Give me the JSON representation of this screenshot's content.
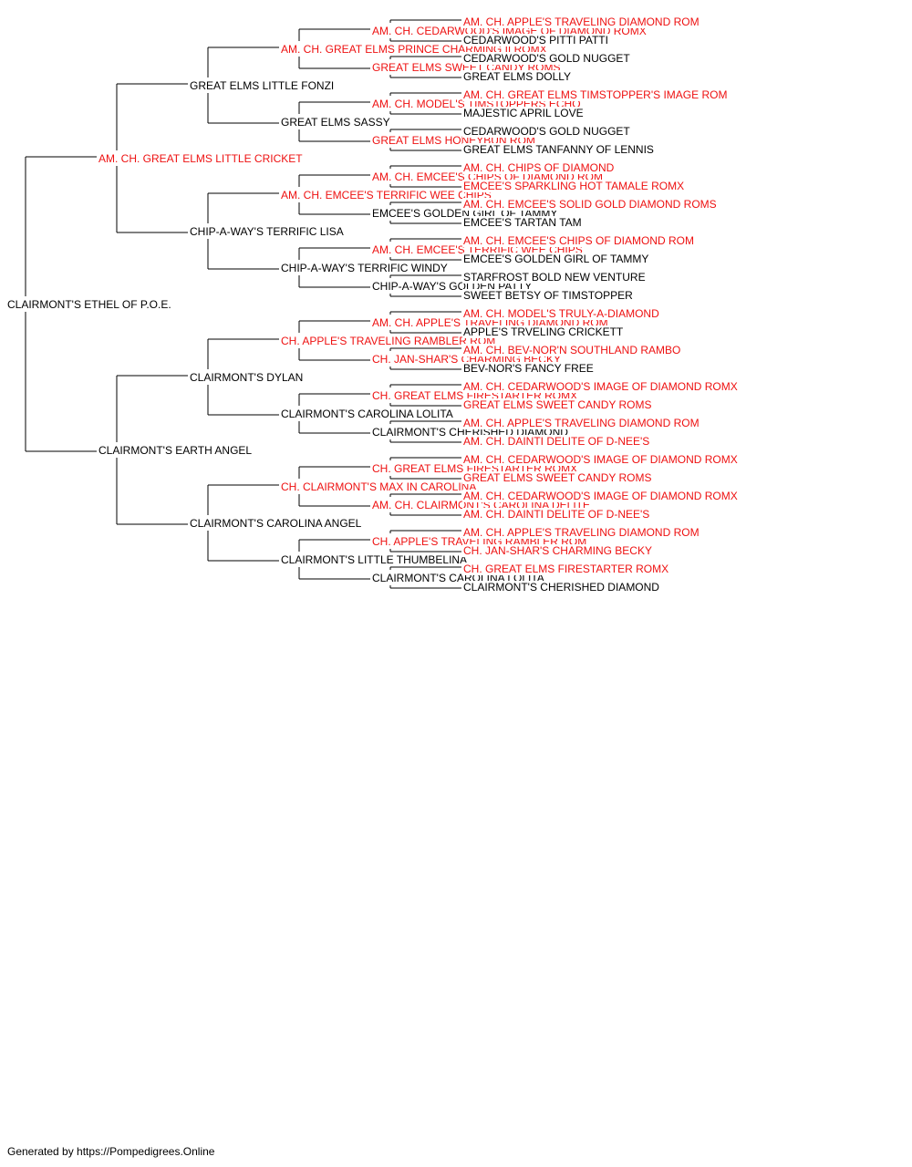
{
  "colors": {
    "champion": "#ee1111",
    "normal": "#000000",
    "line": "#000000"
  },
  "footer": "Generated by https://Pompedigrees.Online",
  "pedigree": [
    {
      "name": "CLAIRMONT'S ETHEL OF P.O.E.",
      "champion": false
    },
    {
      "name": "AM. CH. GREAT ELMS LITTLE CRICKET",
      "champion": true
    },
    {
      "name": "CLAIRMONT'S EARTH ANGEL",
      "champion": false
    },
    {
      "name": "GREAT ELMS LITTLE FONZI",
      "champion": false
    },
    {
      "name": "CHIP-A-WAY'S TERRIFIC LISA",
      "champion": false
    },
    {
      "name": "CLAIRMONT'S DYLAN",
      "champion": false
    },
    {
      "name": "CLAIRMONT'S CAROLINA ANGEL",
      "champion": false
    },
    {
      "name": "AM. CH. GREAT ELMS PRINCE CHARMING II ROMX",
      "champion": true
    },
    {
      "name": "GREAT ELMS SASSY",
      "champion": false
    },
    {
      "name": "AM. CH. EMCEE'S TERRIFIC WEE CHIPS",
      "champion": true
    },
    {
      "name": "CHIP-A-WAY'S TERRIFIC WINDY",
      "champion": false
    },
    {
      "name": "CH. APPLE'S TRAVELING RAMBLER ROM",
      "champion": true
    },
    {
      "name": "CLAIRMONT'S CAROLINA LOLITA",
      "champion": false
    },
    {
      "name": "CH. CLAIRMONT'S MAX IN CAROLINA",
      "champion": true
    },
    {
      "name": "CLAIRMONT'S LITTLE THUMBELINA",
      "champion": false
    },
    {
      "name": "AM. CH. CEDARWOOD'S IMAGE OF DIAMOND ROMX",
      "champion": true
    },
    {
      "name": "GREAT ELMS SWEET CANDY ROMS",
      "champion": true
    },
    {
      "name": "AM. CH. MODEL'S TIMSTOPPERS ECHO",
      "champion": true
    },
    {
      "name": "GREAT ELMS HONEYBUN ROM",
      "champion": true
    },
    {
      "name": "AM. CH. EMCEE'S CHIPS OF DIAMOND ROM",
      "champion": true
    },
    {
      "name": "EMCEE'S GOLDEN GIRL OF TAMMY",
      "champion": false
    },
    {
      "name": "AM. CH. EMCEE'S TERRIFIC WEE CHIPS",
      "champion": true
    },
    {
      "name": "CHIP-A-WAY'S GOLDEN PATTY",
      "champion": false
    },
    {
      "name": "AM. CH. APPLE'S TRAVELING DIAMOND ROM",
      "champion": true
    },
    {
      "name": "CH. JAN-SHAR'S CHARMING BECKY",
      "champion": true
    },
    {
      "name": "CH. GREAT ELMS FIRESTARTER ROMX",
      "champion": true
    },
    {
      "name": "CLAIRMONT'S CHERISHED DIAMOND",
      "champion": false
    },
    {
      "name": "CH. GREAT ELMS FIRESTARTER ROMX",
      "champion": true
    },
    {
      "name": "AM. CH. CLAIRMONT'S CAROLINA DELITE",
      "champion": true
    },
    {
      "name": "CH. APPLE'S TRAVELING RAMBLER ROM",
      "champion": true
    },
    {
      "name": "CLAIRMONT'S CAROLINA LOLITA",
      "champion": false
    },
    {
      "name": "AM. CH. APPLE'S TRAVELING DIAMOND ROM",
      "champion": true
    },
    {
      "name": "CEDARWOOD'S PITTI PATTI",
      "champion": false
    },
    {
      "name": "CEDARWOOD'S GOLD NUGGET",
      "champion": false
    },
    {
      "name": "GREAT ELMS DOLLY",
      "champion": false
    },
    {
      "name": "AM. CH. GREAT ELMS TIMSTOPPER'S IMAGE ROM",
      "champion": true
    },
    {
      "name": "MAJESTIC APRIL LOVE",
      "champion": false
    },
    {
      "name": "CEDARWOOD'S GOLD NUGGET",
      "champion": false
    },
    {
      "name": "GREAT ELMS TANFANNY OF LENNIS",
      "champion": false
    },
    {
      "name": "AM. CH. CHIPS OF DIAMOND",
      "champion": true
    },
    {
      "name": "EMCEE'S SPARKLING HOT TAMALE ROMX",
      "champion": true
    },
    {
      "name": "AM. CH. EMCEE'S SOLID GOLD DIAMOND ROMS",
      "champion": true
    },
    {
      "name": "EMCEE'S TARTAN TAM",
      "champion": false
    },
    {
      "name": "AM. CH. EMCEE'S CHIPS OF DIAMOND ROM",
      "champion": true
    },
    {
      "name": "EMCEE'S GOLDEN GIRL OF TAMMY",
      "champion": false
    },
    {
      "name": "STARFROST BOLD NEW VENTURE",
      "champion": false
    },
    {
      "name": "SWEET BETSY OF TIMSTOPPER",
      "champion": false
    },
    {
      "name": "AM. CH. MODEL'S TRULY-A-DIAMOND",
      "champion": true
    },
    {
      "name": "APPLE'S TRVELING CRICKETT",
      "champion": false
    },
    {
      "name": "AM. CH. BEV-NOR'N SOUTHLAND RAMBO",
      "champion": true
    },
    {
      "name": "BEV-NOR'S FANCY FREE",
      "champion": false
    },
    {
      "name": "AM. CH. CEDARWOOD'S IMAGE OF DIAMOND ROMX",
      "champion": true
    },
    {
      "name": "GREAT ELMS SWEET CANDY ROMS",
      "champion": true
    },
    {
      "name": "AM. CH. APPLE'S TRAVELING DIAMOND ROM",
      "champion": true
    },
    {
      "name": "AM. CH. DAINTI DELITE OF D-NEE'S",
      "champion": true
    },
    {
      "name": "AM. CH. CEDARWOOD'S IMAGE OF DIAMOND ROMX",
      "champion": true
    },
    {
      "name": "GREAT ELMS SWEET CANDY ROMS",
      "champion": true
    },
    {
      "name": "AM. CH. CEDARWOOD'S IMAGE OF DIAMOND ROMX",
      "champion": true
    },
    {
      "name": "AM. CH. DAINTI DELITE OF D-NEE'S",
      "champion": true
    },
    {
      "name": "AM. CH. APPLE'S TRAVELING DIAMOND ROM",
      "champion": true
    },
    {
      "name": "CH. JAN-SHAR'S CHARMING BECKY",
      "champion": true
    },
    {
      "name": "CH. GREAT ELMS FIRESTARTER ROMX",
      "champion": true
    },
    {
      "name": "CLAIRMONT'S CHERISHED DIAMOND",
      "champion": false
    }
  ]
}
